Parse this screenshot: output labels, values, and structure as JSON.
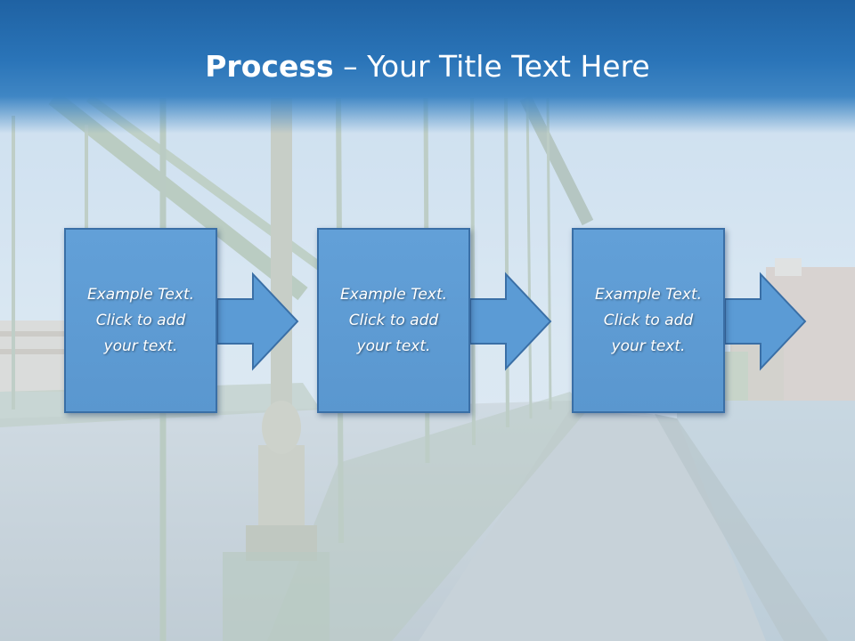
{
  "slide": {
    "title_bold": "Process",
    "title_rest": " – Your Title Text Here",
    "colors": {
      "title_band": "#2a74b8",
      "box_fill": "#5b9bd5",
      "box_border": "#3a6fa6",
      "text": "#ffffff"
    },
    "steps": [
      {
        "text": "Example Text.\nClick  to add\nyour text."
      },
      {
        "text": "Example Text.\nClick  to add\nyour text."
      },
      {
        "text": "Example Text.\nClick  to add\nyour text."
      }
    ]
  }
}
